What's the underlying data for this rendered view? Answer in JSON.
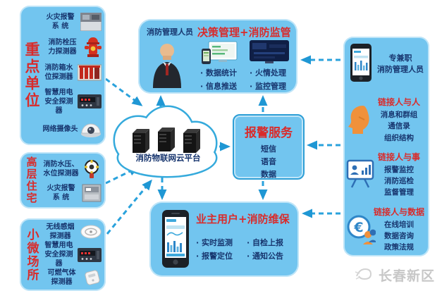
{
  "colors": {
    "box_fill": "#72C5EF",
    "accent_red": "#D92B2B",
    "text_navy": "#17356E",
    "arrow_blue": "#1F97D4",
    "cloud_stroke": "#35AADC"
  },
  "left_boxes": [
    {
      "title": "重点单位",
      "items": [
        {
          "label": "火灾报警\n系 统",
          "icon": "fire-alarm-panel"
        },
        {
          "label": "消防栓压\n力探测器",
          "icon": "fire-hydrant"
        },
        {
          "label": "消防箱水\n位探测器",
          "icon": "fire-pump"
        },
        {
          "label": "智慧用电\n安全探测器",
          "icon": "smart-power-detector"
        },
        {
          "label": "网络摄像头",
          "icon": "network-camera"
        }
      ]
    },
    {
      "title": "高层住宅",
      "items": [
        {
          "label": "消防水压、\n水位探测器",
          "icon": "water-pressure-detector"
        },
        {
          "label": "火灾报警\n系 统",
          "icon": "fire-alarm-cabinet"
        }
      ]
    },
    {
      "title": "小微场所",
      "items": [
        {
          "label": "无线感烟\n探测器",
          "icon": "smoke-detector"
        },
        {
          "label": "智慧用电\n安全探测器",
          "icon": "smart-power-detector"
        },
        {
          "label": "可燃气体\n探测器",
          "icon": "gas-detector"
        }
      ]
    }
  ],
  "decision_box": {
    "person_label": "消防管理人员",
    "title": "决策管理+消防监管",
    "bullets_left": [
      "数据统计",
      "信息推送"
    ],
    "bullets_right": [
      "火情处理",
      "监控管理"
    ]
  },
  "cloud": {
    "label": "消防物联网云平台"
  },
  "alarm_box": {
    "title": "报警服务",
    "items": [
      "短信",
      "语音",
      "数据"
    ]
  },
  "owner_box": {
    "title": "业主用户+消防维保",
    "bullets_left": [
      "实时监测",
      "报警定位"
    ],
    "bullets_right": [
      "自检上报",
      "通知公告"
    ]
  },
  "right_panel": {
    "header": "专兼职\n消防管理人员",
    "sections": [
      {
        "title": "链接人与人",
        "items": [
          "消息和群组",
          "通信录",
          "组织结构"
        ],
        "icon": "head-silhouette"
      },
      {
        "title": "链接人与事",
        "items": [
          "报警监控",
          "消防巡检",
          "监督管理"
        ],
        "icon": "presentation-board"
      },
      {
        "title": "链接人与数据",
        "items": [
          "在线培训",
          "数据咨询",
          "政策法规"
        ],
        "icon": "coin-euro"
      }
    ]
  },
  "watermark": {
    "text": "长春新区"
  }
}
